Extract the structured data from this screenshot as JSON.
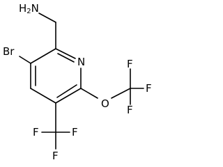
{
  "structure": {
    "atoms": {
      "amine": "H2N",
      "amine_main": "H",
      "amine_sub": "2",
      "amine_tail": "N",
      "bromine": "Br",
      "ring_nitrogen": "N",
      "ether_oxygen": "O",
      "ocf3_f_top": "F",
      "ocf3_f_right": "F",
      "ocf3_f_bottom": "F",
      "cf3_f_left": "F",
      "cf3_f_right": "F",
      "cf3_f_bottom": "F"
    }
  }
}
